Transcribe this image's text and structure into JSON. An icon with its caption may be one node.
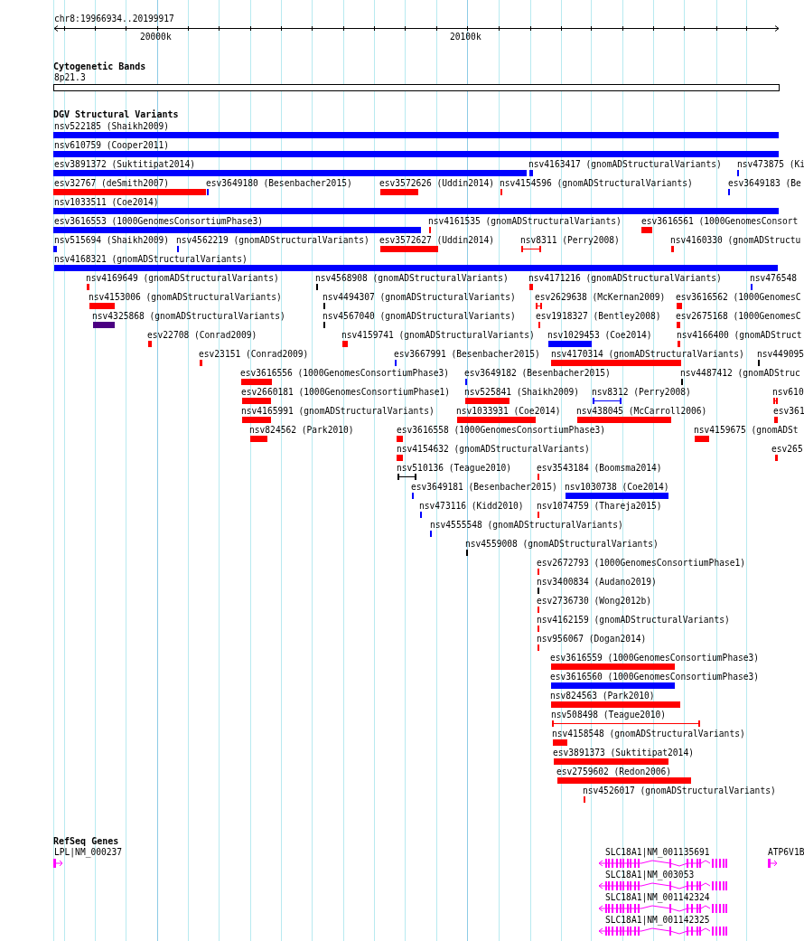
{
  "diagram": {
    "title": "chr8:19966934..20199917",
    "labels": [
      "20000k",
      "20100k",
      "Cytogenetic Bands",
      "8p21.3",
      "DGV Structural Variants",
      "nsv522185 (Shaikh2009)",
      "nsv610759 (Cooper2011)",
      "esv3891372 (Suktitipat2014)",
      "nsv4163417 (gnomADStructuralVariants)",
      "nsv473875 (Ki",
      "esv32767 (deSmith2007)",
      "esv3649180 (Besenbacher2015)",
      "esv3572626 (Uddin2014)",
      "nsv4154596 (gnomADStructuralVariants)",
      "esv3649183 (Be",
      "nsv1033511 (Coe2014)",
      "esv3616553 (1000GenomesConsortiumPhase3)",
      "nsv4161535 (gnomADStructuralVariants)",
      "esv3616561 (1000GenomesConsort",
      "nsv515694 (Shaikh2009)",
      "nsv4562219 (gnomADStructuralVariants)",
      "esv3572627 (Uddin2014)",
      "nsv8311 (Perry2008)",
      "nsv4160330 (gnomADStructu",
      "nsv4168321 (gnomADStructuralVariants)",
      "nsv4169649 (gnomADStructuralVariants)",
      "nsv4568908 (gnomADStructuralVariants)",
      "nsv4171216 (gnomADStructuralVariants)",
      "nsv476548",
      "nsv4153006 (gnomADStructuralVariants)",
      "nsv4494307 (gnomADStructuralVariants)",
      "esv2629638 (McKernan2009)",
      "esv3616562 (1000GenomesC",
      "nsv4325868 (gnomADStructuralVariants)",
      "nsv4567040 (gnomADStructuralVariants)",
      "esv1918327 (Bentley2008)",
      "esv2675168 (1000GenomesC",
      "esv22708 (Conrad2009)",
      "nsv4159741 (gnomADStructuralVariants)",
      "nsv1029453 (Coe2014)",
      "nsv4166400 (gnomADStruct",
      "esv23151 (Conrad2009)",
      "esv3667991 (Besenbacher2015)",
      "nsv4170314 (gnomADStructuralVariants)",
      "nsv449095",
      "esv3616556 (1000GenomesConsortiumPhase3)",
      "esv3649182 (Besenbacher2015)",
      "nsv4487412 (gnomADStruc",
      "esv2660181 (1000GenomesConsortiumPhase1)",
      "nsv525841 (Shaikh2009)",
      "nsv8312 (Perry2008)",
      "nsv610",
      "nsv4165991 (gnomADStructuralVariants)",
      "nsv1033931 (Coe2014)",
      "nsv438045 (McCarroll2006)",
      "esv361",
      "nsv824562 (Park2010)",
      "esv3616558 (1000GenomesConsortiumPhase3)",
      "nsv4159675 (gnomADSt",
      "nsv4154632 (gnomADStructuralVariants)",
      "esv265",
      "nsv510136 (Teague2010)",
      "esv3543184 (Boomsma2014)",
      "esv3649181 (Besenbacher2015)",
      "nsv1030738 (Coe2014)",
      "nsv473116 (Kidd2010)",
      "nsv1074759 (Thareja2015)",
      "nsv4555548 (gnomADStructuralVariants)",
      "nsv4559008 (gnomADStructuralVariants)",
      "esv2672793 (1000GenomesConsortiumPhase1)",
      "nsv3400834 (Audano2019)",
      "esv2736730 (Wong2012b)",
      "nsv4162159 (gnomADStructuralVariants)",
      "nsv956067 (Dogan2014)",
      "esv3616559 (1000GenomesConsortiumPhase3)",
      "esv3616560 (1000GenomesConsortiumPhase3)",
      "nsv824563 (Park2010)",
      "nsv508498 (Teague2010)",
      "nsv4158548 (gnomADStructuralVariants)",
      "esv3891373 (Suktitipat2014)",
      "esv2759602 (Redon2006)",
      "nsv4526017 (gnomADStructuralVariants)",
      "RefSeq Genes",
      "LPL|NM_000237",
      "SLC18A1|NM_001135691",
      "ATP6V1B",
      "SLC18A1|NM_003053",
      "SLC18A1|NM_001142324",
      "SLC18A1|NM_001142325"
    ]
  }
}
